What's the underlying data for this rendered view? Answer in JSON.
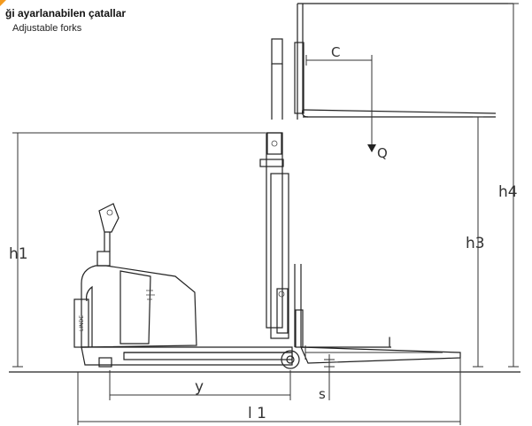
{
  "legend": {
    "title": "ği ayarlanabilen çatallar",
    "subtitle": "Adjustable forks"
  },
  "dimensions": {
    "c": "C",
    "q": "Q",
    "h1": "h1",
    "h3": "h3",
    "h4": "h4",
    "l": "l",
    "y": "y",
    "s": "s",
    "l1": "l 1"
  },
  "colors": {
    "accent": "#f39a1e",
    "line": "#222222"
  }
}
